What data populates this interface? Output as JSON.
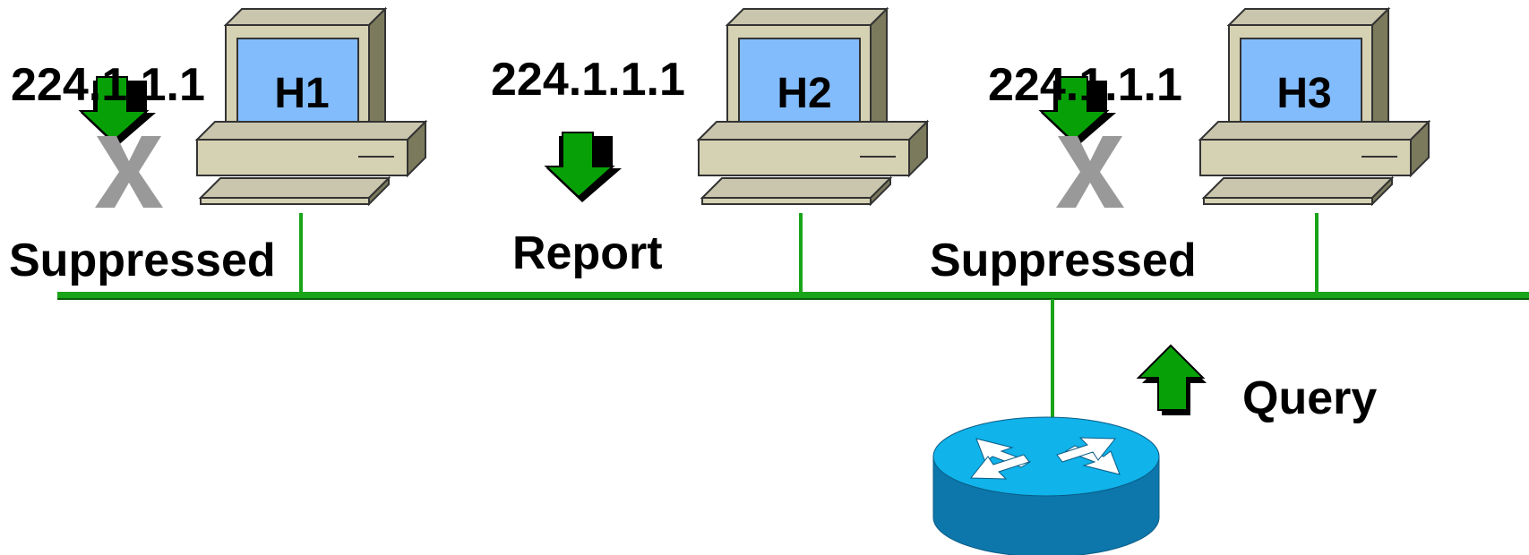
{
  "colors": {
    "bus": "#19a419",
    "arrow": "#07a107",
    "screen": "#82bcfd",
    "computer_body": "#d5d1b3",
    "computer_side": "#7b7a5c",
    "x_mark": "#999999",
    "router_top": "#10b3ea",
    "router_side": "#0d77ac"
  },
  "hosts": [
    {
      "name": "H1",
      "group": "224.1.1.1",
      "status": "Suppressed",
      "arrow_icon": "down-arrow-icon",
      "suppressed": true
    },
    {
      "name": "H2",
      "group": "224.1.1.1",
      "status": "Report",
      "arrow_icon": "down-arrow-icon",
      "suppressed": false
    },
    {
      "name": "H3",
      "group": "224.1.1.1",
      "status": "Suppressed",
      "arrow_icon": "down-arrow-icon",
      "suppressed": true
    }
  ],
  "router": {
    "icon": "router-icon",
    "message": "Query",
    "arrow_icon": "up-arrow-icon"
  },
  "x_mark": "X"
}
